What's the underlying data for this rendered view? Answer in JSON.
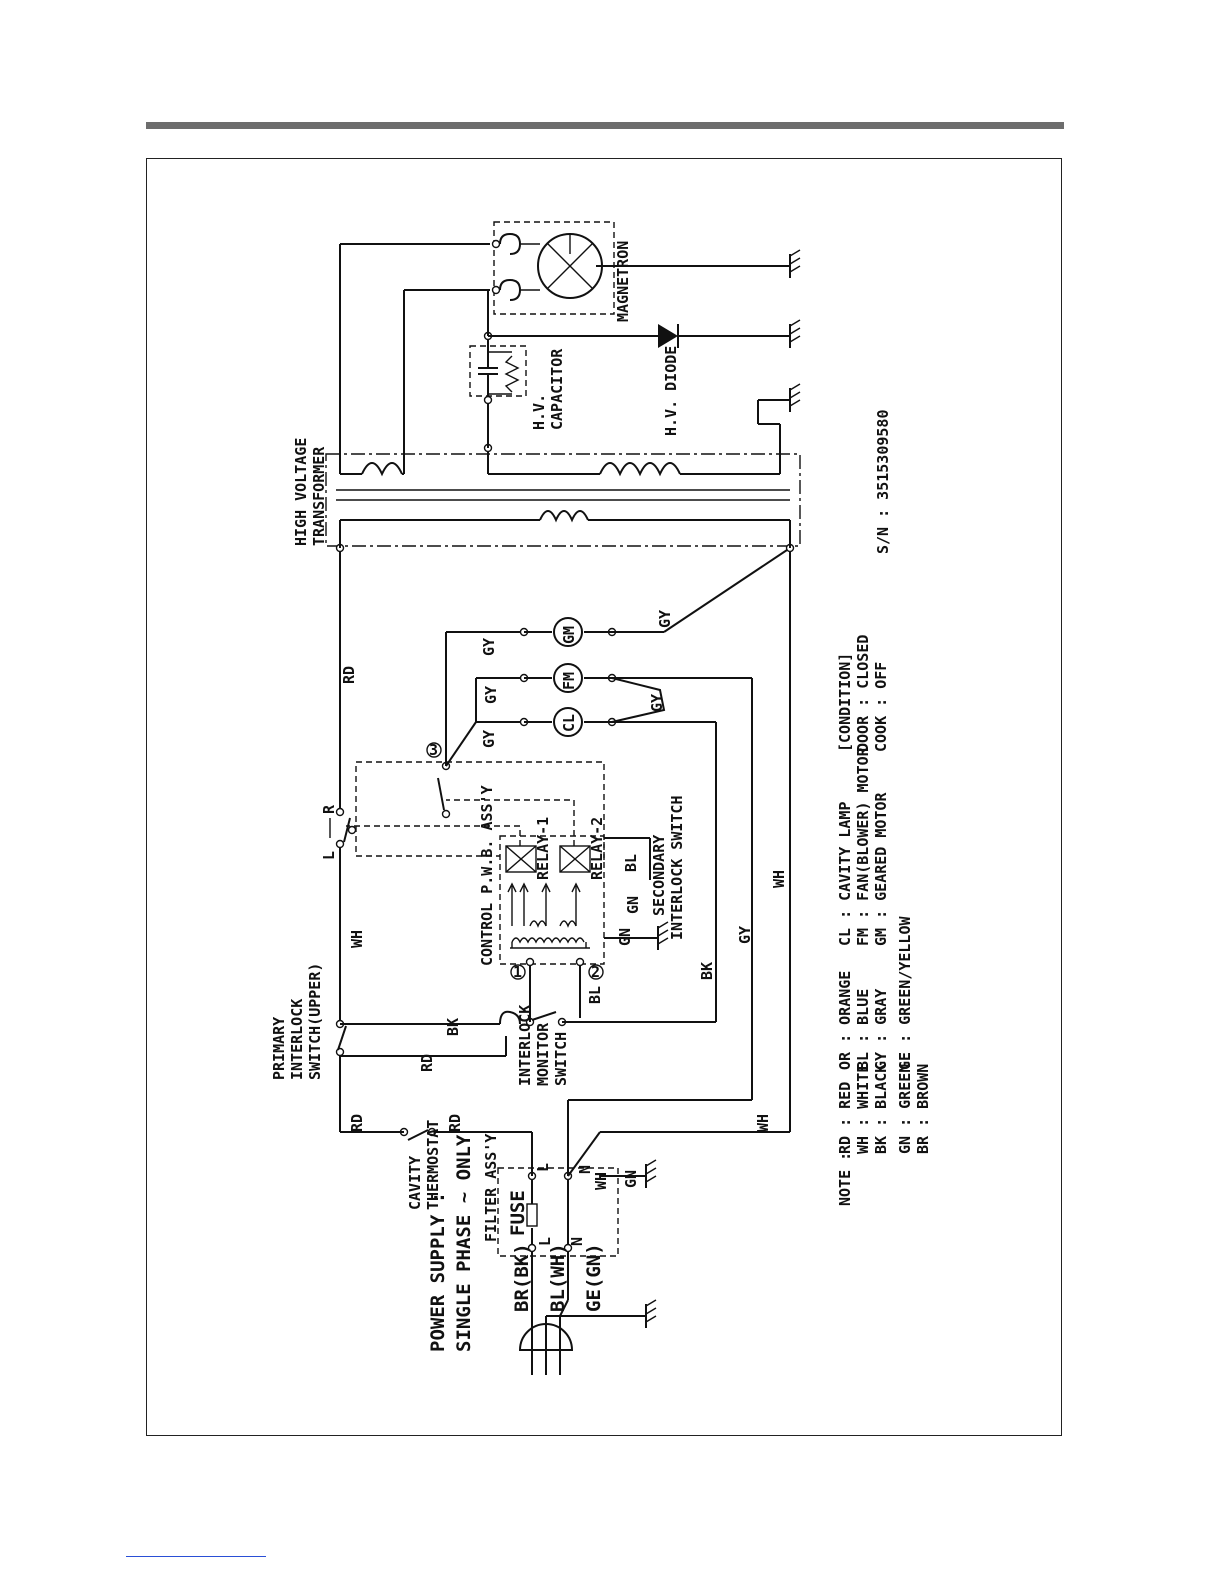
{
  "power": {
    "line1": "POWER SUPPLY :",
    "line2": "SINGLE PHASE ~ ONLY",
    "br": "BR(BK)",
    "bl": "BL(WH)",
    "ge": "GE(GN)"
  },
  "filter": {
    "label": "FILTER ASS'Y",
    "fuse": "FUSE",
    "l": "L",
    "n": "N",
    "gn": "GN"
  },
  "thermostat": {
    "line1": "CAVITY",
    "line2": "THERMOSTAT"
  },
  "primary_switch": {
    "line1": "PRIMARY",
    "line2": "INTERLOCK",
    "line3": "SWITCH(UPPER)"
  },
  "monitor_switch": {
    "line1": "INTERLOCK",
    "line2": "MONITOR",
    "line3": "SWITCH"
  },
  "secondary_switch": {
    "line1": "SECONDARY",
    "line2": "INTERLOCK SWITCH"
  },
  "pcb": {
    "label": "CONTROL P.W.B. ASS'Y",
    "relay1": "RELAY-1",
    "relay2": "RELAY-2",
    "n1": "1",
    "n2": "2",
    "n3": "3"
  },
  "transformer": {
    "line1": "HIGH VOLTAGE",
    "line2": "TRANSFORMER"
  },
  "capacitor": {
    "line1": "H.V.",
    "line2": "CAPACITOR"
  },
  "diode": {
    "label": "H.V. DIODE"
  },
  "magnetron": {
    "label": "MAGNETRON"
  },
  "loads": {
    "gm": "GM",
    "fm": "FM",
    "cl": "CL"
  },
  "switch_pins": {
    "l": "L",
    "r": "R"
  },
  "wires": {
    "rd": "RD",
    "wh": "WH",
    "bk": "BK",
    "bl": "BL",
    "gy": "GY",
    "gn": "GN"
  },
  "serial": "S/N : 3515309580",
  "condition": {
    "title": "[CONDITION]",
    "door": "DOOR : CLOSED",
    "cook": "COOK : OFF"
  },
  "legend_loads": [
    "CL : CAVITY LAMP",
    "FM : FAN(BLOWER) MOTOR",
    "GM : GEARED MOTOR"
  ],
  "legend_colors_1": [
    "OR : ORANGE",
    "BL : BLUE",
    "GY : GRAY",
    "GE : GREEN/YELLOW"
  ],
  "legend_note": "NOTE :",
  "legend_colors_2": [
    "RD : RED",
    "WH : WHITE",
    "BK : BLACK",
    "GN : GREEN",
    "BR : BROWN"
  ]
}
